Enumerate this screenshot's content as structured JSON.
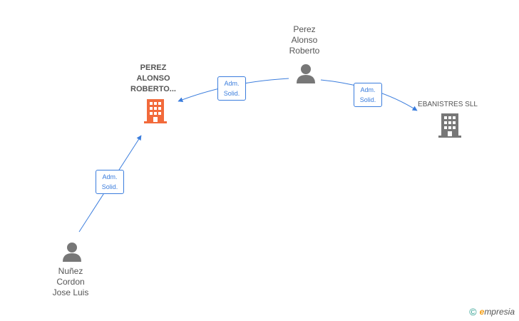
{
  "nodes": {
    "focus_company": {
      "lines": [
        "PEREZ",
        "ALONSO",
        "ROBERTO..."
      ],
      "color": "#f26a3b"
    },
    "person_perez": {
      "lines": [
        "Perez",
        "Alonso",
        "Roberto"
      ]
    },
    "company_ebanistres": {
      "label": "EBANISTRES SLL",
      "color": "#777777"
    },
    "person_nunez": {
      "lines": [
        "Nuñez",
        "Cordon",
        "Jose Luis"
      ]
    }
  },
  "edges": [
    {
      "line1": "Adm.",
      "line2": "Solid."
    },
    {
      "line1": "Adm.",
      "line2": "Solid."
    },
    {
      "line1": "Adm.",
      "line2": "Solid."
    }
  ],
  "colors": {
    "edge": "#3b7ddd",
    "person_icon": "#777777"
  },
  "brand": {
    "copyright": "©",
    "e": "e",
    "rest": "mpresia"
  }
}
